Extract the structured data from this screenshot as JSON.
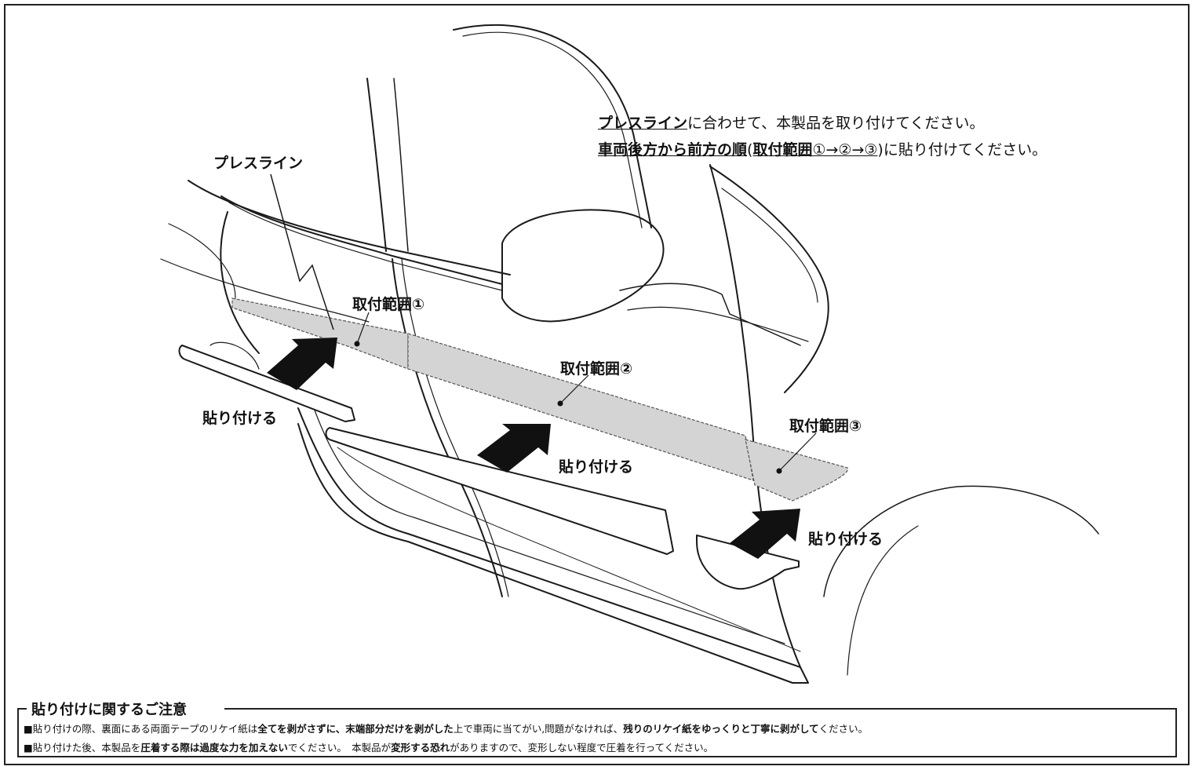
{
  "instructions": {
    "line1": {
      "emph": "プレスライン",
      "rest": "に合わせて、本製品を取り付けてください。"
    },
    "line2": {
      "emph1": "車両後方から前方の順",
      "paren_open": "(",
      "emph2": "取付範囲",
      "seq": "①→②→③",
      "rest": ")に貼り付けてください。"
    }
  },
  "labels": {
    "press_line": "プレスライン",
    "range1": "取付範囲①",
    "range2": "取付範囲②",
    "range3": "取付範囲③",
    "attach1": "貼り付ける",
    "attach2": "貼り付ける",
    "attach3": "貼り付ける"
  },
  "notice": {
    "title": "貼り付けに関するご注意",
    "line1": {
      "p1": "■貼り付けの際、裏面にある両面テープのリケイ紙は",
      "b1": "全てを剥がさずに、末端部分だけを剥がした",
      "p2": "上で車両に当てがい,問題がなければ、",
      "b2": "残りのリケイ紙をゆっくりと丁寧に剥がして",
      "p3": "ください。"
    },
    "line2": {
      "p1": "■貼り付けた後、本製品を",
      "b1": "圧着する際は過度な力を加えない",
      "p2": "でください。　本製品が",
      "b2": "変形する恐れ",
      "p3": "がありますので、変形しない程度で圧着を行ってください。"
    }
  },
  "colors": {
    "line": "#1a1a1a",
    "range_fill": "#d4d4d4",
    "arrow_fill": "#111111",
    "background": "#ffffff"
  }
}
